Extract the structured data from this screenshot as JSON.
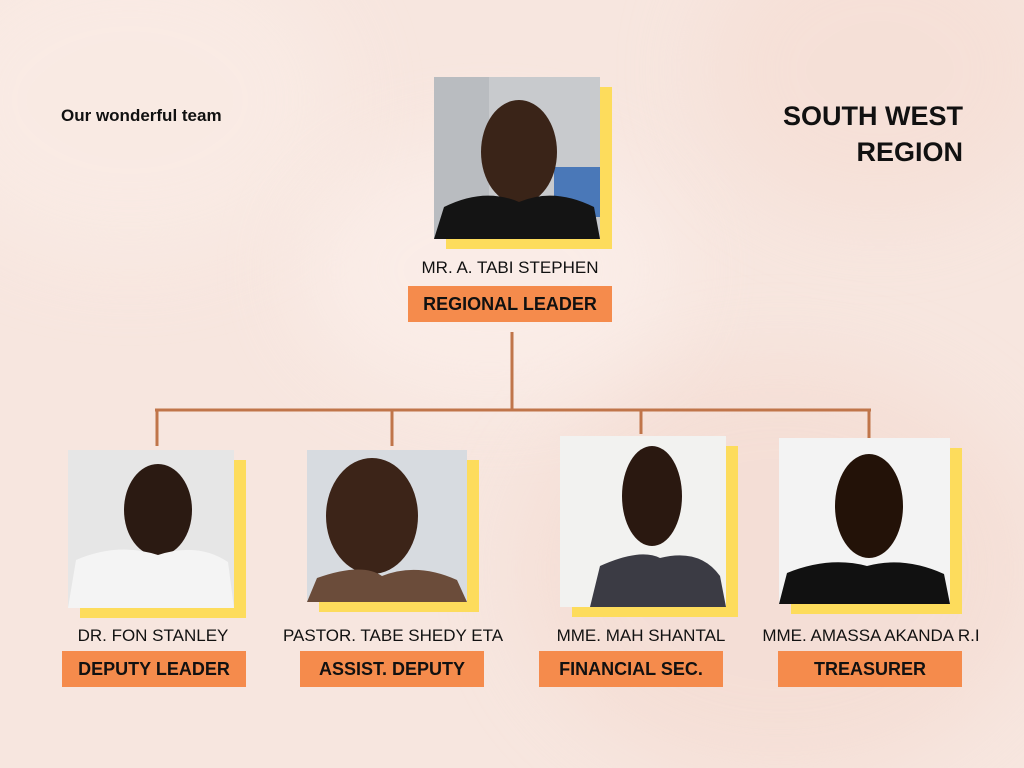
{
  "intro": "Our wonderful team",
  "region": {
    "line1": "SOUTH WEST",
    "line2": "REGION"
  },
  "leader": {
    "name": "MR. A. TABI STEPHEN",
    "role": "REGIONAL LEADER"
  },
  "members": [
    {
      "name": "DR. FON STANLEY",
      "role": "DEPUTY LEADER"
    },
    {
      "name": "PASTOR. TABE SHEDY ETA",
      "role": "ASSIST. DEPUTY"
    },
    {
      "name": "MME. MAH SHANTAL",
      "role": "FINANCIAL SEC."
    },
    {
      "name": "MME. AMASSA AKANDA R.I",
      "role": "TREASURER"
    }
  ],
  "colors": {
    "accent": "#fddc5c",
    "role_bg": "#f58b4c",
    "connector": "#c0754a"
  }
}
